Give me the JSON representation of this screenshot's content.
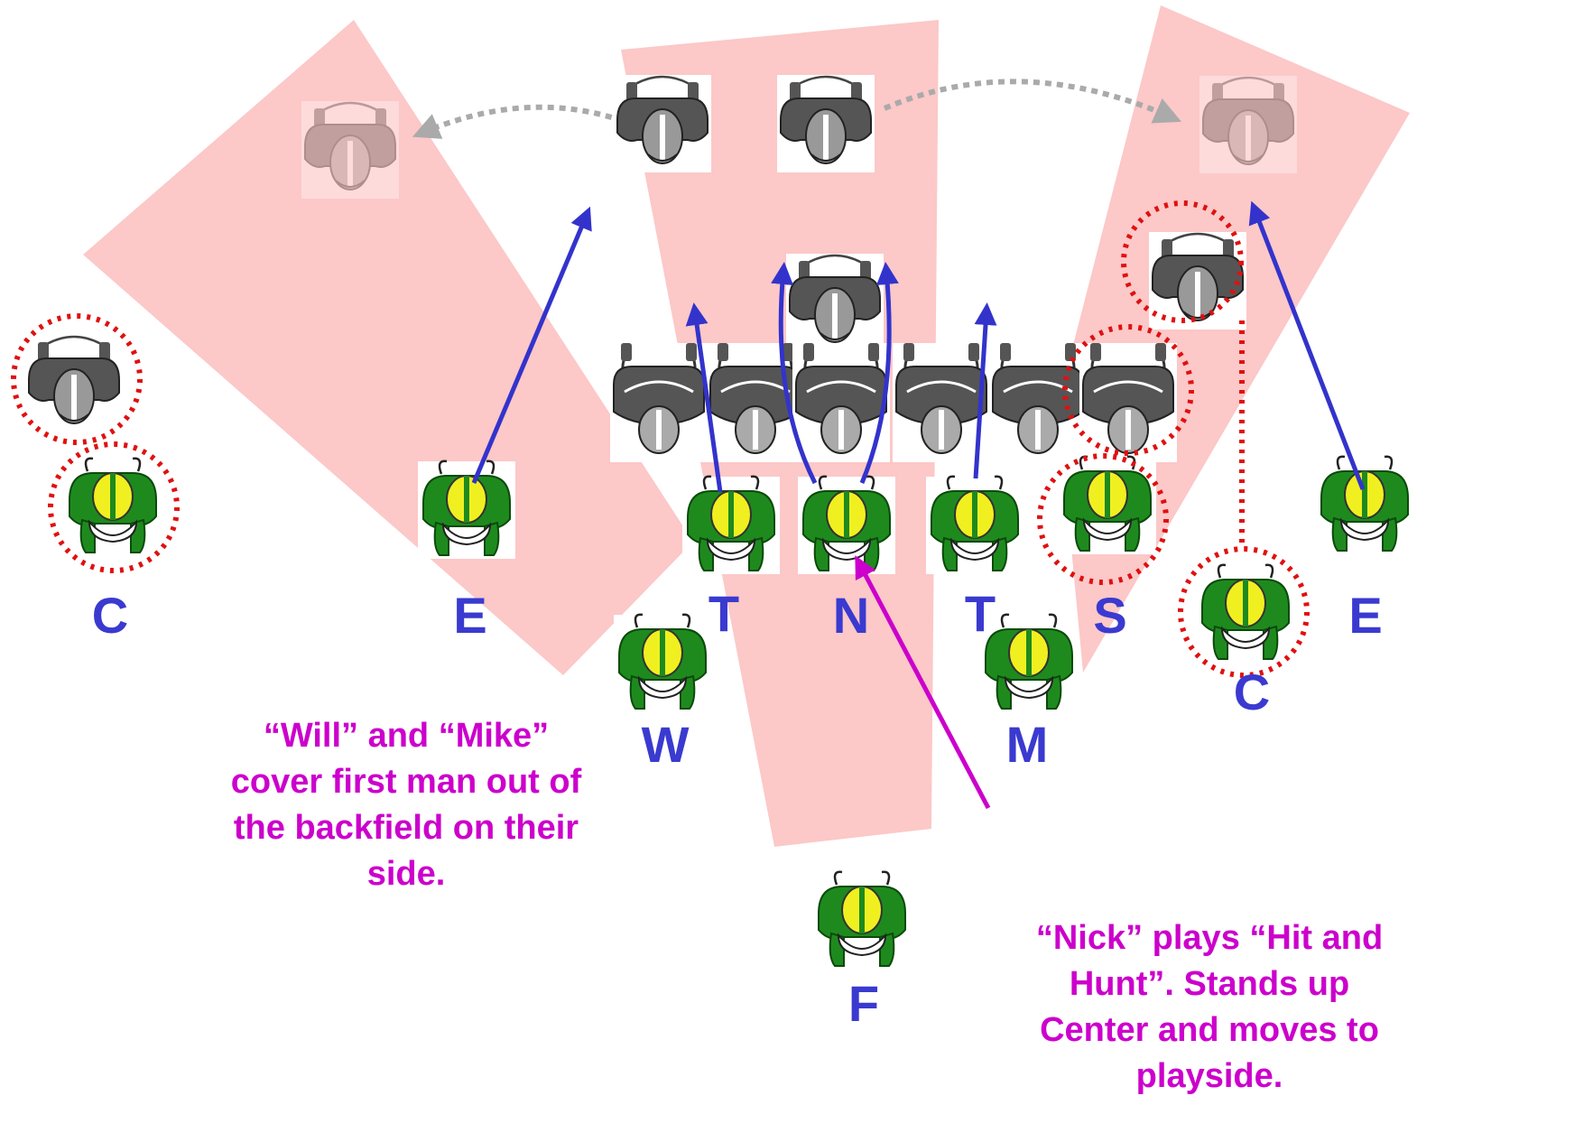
{
  "colors": {
    "zone": "#fcc8c8",
    "label": "#3a3ad0",
    "note": "#cc00cc",
    "route": "#3333cc",
    "nick_arrow": "#cc00cc",
    "shift_arrow": "#aaaaaa",
    "circle": "#e01010",
    "defender_jersey": "#1e8a1e",
    "defender_helmet": "#f0f020",
    "offense_dark": "#555555",
    "offense_faded": "#c8c8c8"
  },
  "icons": {
    "defender": "green-defender-icon",
    "offense": "offense-player-icon",
    "offense_faded": "shifted-offense-player-icon"
  },
  "labels": {
    "c_left": "C",
    "e_left": "E",
    "t_left": "T",
    "n": "N",
    "t_right": "T",
    "s": "S",
    "c_right": "C",
    "e_right": "E",
    "w": "W",
    "m": "M",
    "f": "F"
  },
  "notes": {
    "left": "“Will” and “Mike”\ncover first man out of\nthe backfield on their\nside.",
    "right": "“Nick” plays “Hit and\nHunt”.  Stands up\nCenter and moves to\nplayside."
  }
}
